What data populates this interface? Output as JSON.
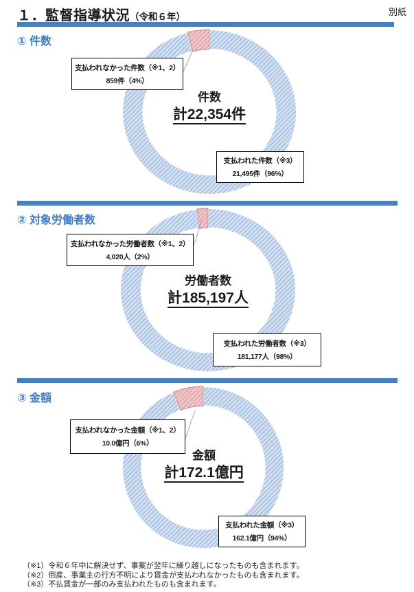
{
  "page": {
    "title_main": "１．監督指導状況",
    "title_sub": "（令和６年）",
    "corner_label": "別紙"
  },
  "sections": [
    {
      "heading": "① 件数"
    },
    {
      "heading": "② 対象労働者数"
    },
    {
      "heading": "③ 金額"
    }
  ],
  "footnotes": [
    "（※1）令和６年中に解決せず、事案が翌年に繰り越しになったものも含まれます。",
    "（※2）倒産、事業主の行方不明により賃金が支払われなかったものも含まれます。",
    "（※3）不払賃金が一部のみ支払われたものも含まれます。"
  ],
  "colors": {
    "bar_blue": "#4a7ebd",
    "heading_blue": "#3b7cc4",
    "slice_blue_bg": "#d2dff0",
    "slice_blue_hatch": "#8fb0d9",
    "slice_red_bg": "#efc7c9",
    "slice_red_hatch": "#d8939a",
    "slice_red_border": "#c9858b",
    "leader_gray": "#a8a8a8",
    "text": "#1a1a1a"
  },
  "chart_data": [
    {
      "type": "pie",
      "subtype": "donut",
      "title": "件数",
      "center_label": "件数",
      "center_total": "計22,354件",
      "total": 22354,
      "unit": "件",
      "legend_position": "callouts",
      "slices": [
        {
          "name": "paid",
          "label": "支払われた件数（※3）",
          "display": "21,495件（96%）",
          "value": 21495,
          "pct": 96,
          "color": "blue"
        },
        {
          "name": "unpaid",
          "label": "支払われなかった件数（※1、2）",
          "display": "859件（4%）",
          "value": 859,
          "pct": 4,
          "color": "red"
        }
      ]
    },
    {
      "type": "pie",
      "subtype": "donut",
      "title": "労働者数",
      "center_label": "労働者数",
      "center_total": "計185,197人",
      "total": 185197,
      "unit": "人",
      "legend_position": "callouts",
      "slices": [
        {
          "name": "paid",
          "label": "支払われた労働者数（※3）",
          "display": "181,177人（98%）",
          "value": 181177,
          "pct": 98,
          "color": "blue"
        },
        {
          "name": "unpaid",
          "label": "支払われなかった労働者数（※1、2）",
          "display": "4,020人（2%）",
          "value": 4020,
          "pct": 2,
          "color": "red"
        }
      ]
    },
    {
      "type": "pie",
      "subtype": "donut",
      "title": "金額",
      "center_label": "金額",
      "center_total": "計172.1億円",
      "total": 172.1,
      "unit": "億円",
      "legend_position": "callouts",
      "slices": [
        {
          "name": "paid",
          "label": "支払われた金額（※3）",
          "display": "162.1億円（94%）",
          "value": 162.1,
          "pct": 94,
          "color": "blue"
        },
        {
          "name": "unpaid",
          "label": "支払われなかった金額（※1、2）",
          "display": "10.0億円（6%）",
          "value": 10.0,
          "pct": 6,
          "color": "red"
        }
      ]
    }
  ]
}
